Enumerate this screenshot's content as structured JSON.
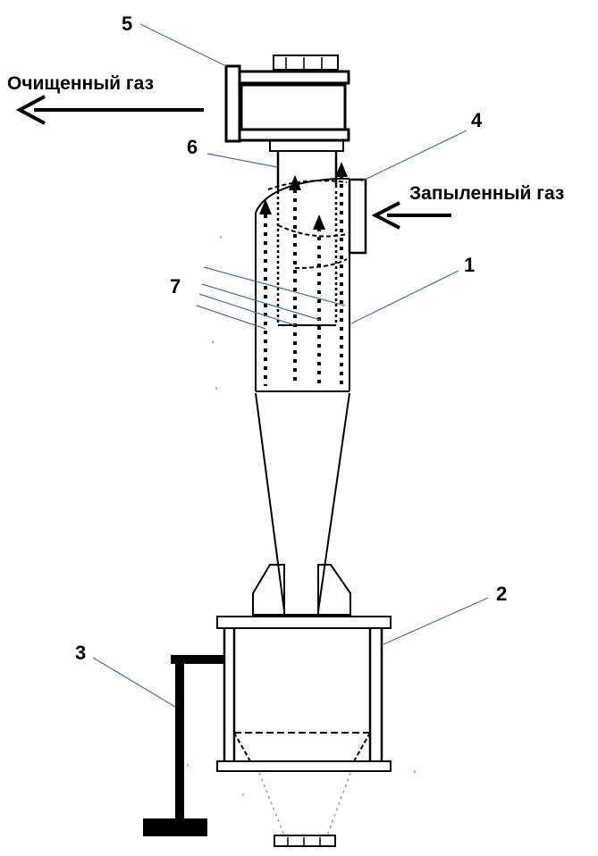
{
  "labels": {
    "outlet_gas": "Очищенный газ",
    "inlet_gas": "Запыленный газ",
    "n1": "1",
    "n2": "2",
    "n3": "3",
    "n4": "4",
    "n5": "5",
    "n6": "6",
    "n7": "7"
  },
  "colors": {
    "leader_line": "#4a6fa5",
    "outline": "#000000"
  }
}
